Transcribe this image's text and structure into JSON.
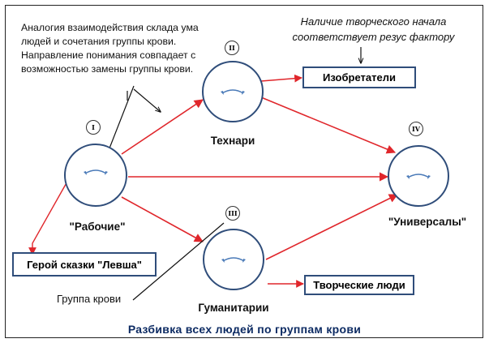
{
  "note_left": "Аналогия  взаимодействия склада ума людей и сочетания группы крови. Направление понимания совпадает с возможностью замены группы крови.",
  "note_top": "Наличие творческого начала соответствует резус фактору",
  "groups": {
    "g1": {
      "numeral": "I",
      "label": "\"Рабочие\""
    },
    "g2": {
      "numeral": "II",
      "label": "Технари"
    },
    "g3": {
      "numeral": "III",
      "label": "Гуманитарии"
    },
    "g4": {
      "numeral": "IV",
      "label": "\"Универсалы\""
    }
  },
  "boxes": {
    "inventors": "Изобретатели",
    "levsha": "Герой сказки \"Левша\"",
    "creative": "Творческие люди"
  },
  "blood_group": "Группа крови",
  "caption": "Разбивка  всех  людей  по  группам  крови",
  "colors": {
    "arrow": "#e0262b",
    "circle": "#2f4d7a",
    "swirl": "#4a7ab8"
  }
}
